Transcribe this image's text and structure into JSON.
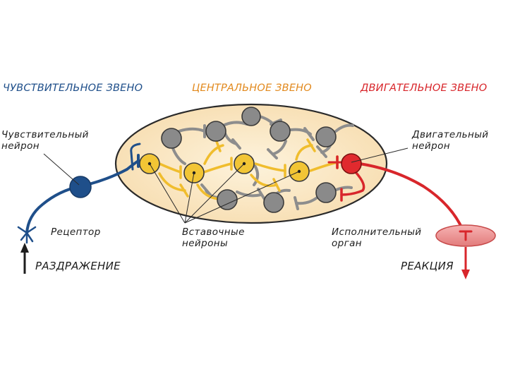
{
  "sections": {
    "sensory": {
      "label": "ЧУВСТВИТЕЛЬНОЕ ЗВЕНО",
      "color": "#1f4f8a"
    },
    "central": {
      "label": "ЦЕНТРАЛЬНОЕ ЗВЕНО",
      "color": "#e28a1f"
    },
    "motor": {
      "label": "ДВИГАТЕЛЬНОЕ ЗВЕНО",
      "color": "#d8262b"
    }
  },
  "labels": {
    "sensory_neuron_line1": "Чувствительный",
    "sensory_neuron_line2": "нейрон",
    "motor_neuron_line1": "Двигательный",
    "motor_neuron_line2": "нейрон",
    "receptor": "Рецептор",
    "interneurons_line1": "Вставочные",
    "interneurons_line2": "нейроны",
    "effector_line1": "Исполнительный",
    "effector_line2": "орган",
    "stimulus": "РАЗДРАЖЕНИЕ",
    "reaction": "РЕАКЦИЯ"
  },
  "colors": {
    "sensory": "#1f4f8a",
    "interneuron": "#f2c535",
    "inactive_neuron": "#8a8a8a",
    "motor": "#d8262b",
    "cns_fill": "#fbe6bf"
  }
}
